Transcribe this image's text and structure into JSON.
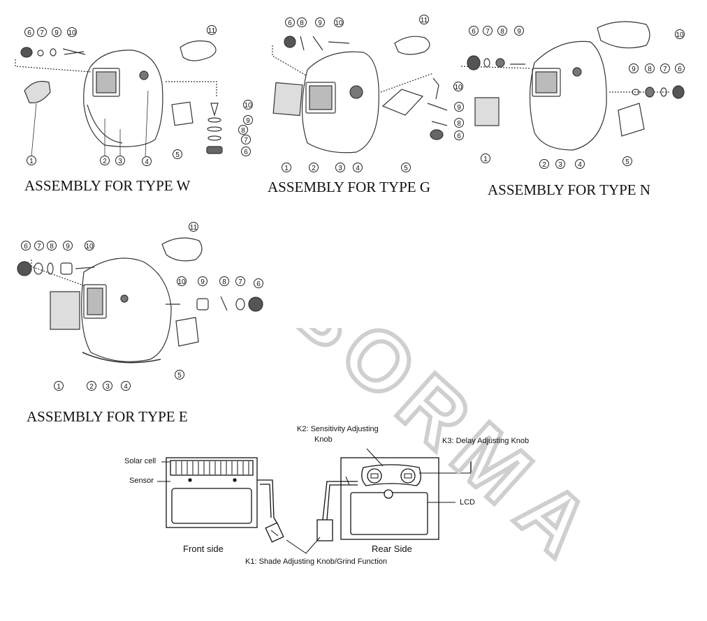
{
  "assemblies": [
    {
      "caption": "ASSEMBLY FOR TYPE W"
    },
    {
      "caption": "ASSEMBLY FOR TYPE G"
    },
    {
      "caption": "ASSEMBLY FOR TYPE N"
    },
    {
      "caption": "ASSEMBLY FOR TYPE E"
    }
  ],
  "part_numbers": [
    "1",
    "2",
    "3",
    "4",
    "5",
    "6",
    "7",
    "8",
    "9",
    "10",
    "11"
  ],
  "filter": {
    "solar_cell": "Solar cell",
    "sensor": "Sensor",
    "front_side": "Front side",
    "rear_side": "Rear Side",
    "k1": "K1: Shade Adjusting Knob/Grind Function",
    "k2_line1": "K2: Sensitivity Adjusting",
    "k2_line2": "Knob",
    "k3": "K3: Delay Adjusting Knob",
    "lcd": "LCD"
  },
  "watermark": {
    "letters": [
      "B",
      "O",
      "R",
      "M",
      "A"
    ]
  }
}
